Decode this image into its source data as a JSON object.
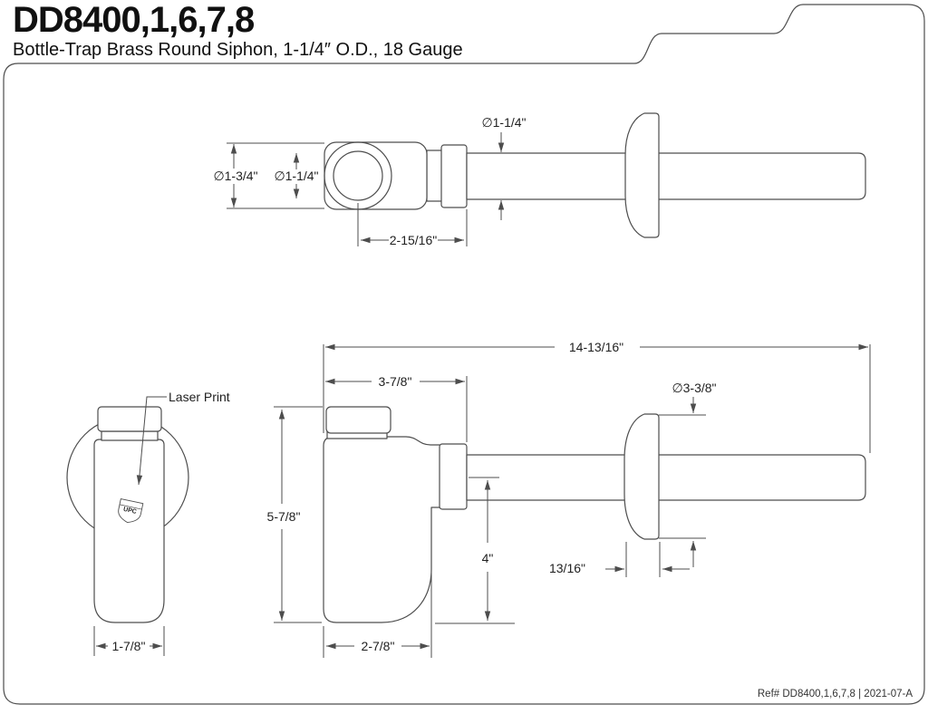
{
  "header": {
    "title": "DD8400,1,6,7,8",
    "subtitle": "Bottle-Trap Brass Round Siphon, 1-1/4″ O.D., 18 Gauge"
  },
  "footer": {
    "ref": "Ref# DD8400,1,6,7,8 | 2021-07-A"
  },
  "colors": {
    "line": "#4d4d4d",
    "text": "#1f1f1f"
  },
  "top_view": {
    "dims": {
      "body_od": "∅1-3/4\"",
      "inlet_id": "∅1-1/4\"",
      "tube_od": "∅1-1/4\"",
      "center_to_outlet": "2-15/16\""
    }
  },
  "front_view": {
    "label_laser_print": "Laser Print",
    "logo_text": "UPC",
    "dims": {
      "body_width": "1-7/8\""
    }
  },
  "side_view": {
    "dims": {
      "overall_length": "14-13/16\"",
      "inlet_depth": "3-7/8\"",
      "flange_od": "∅3-3/8\"",
      "height": "5-7/8\"",
      "outlet_drop": "4\"",
      "flange_depth": "13/16\"",
      "body_width": "2-7/8\""
    }
  }
}
